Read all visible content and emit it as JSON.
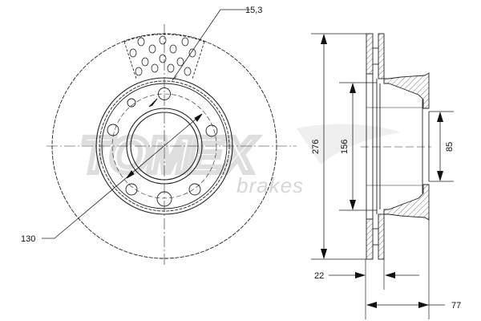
{
  "watermark": {
    "brand": "TOMEX",
    "tagline": "brakes",
    "color": "#d8d8d8"
  },
  "front_view": {
    "dimensions": {
      "hole_diameter": {
        "label": "15,3",
        "description": "bolt hole diameter"
      },
      "bolt_circle": {
        "label": "130",
        "description": "bolt circle diameter"
      }
    },
    "bolt_holes": 6
  },
  "side_view": {
    "dimensions": {
      "outer_diameter": {
        "label": "276"
      },
      "hat_inner_diameter": {
        "label": "156"
      },
      "center_bore": {
        "label": "85"
      },
      "thickness": {
        "label": "22"
      },
      "total_height": {
        "label": "77"
      }
    }
  },
  "colors": {
    "line": "#222222",
    "hatch": "#555555",
    "background": "#ffffff"
  }
}
